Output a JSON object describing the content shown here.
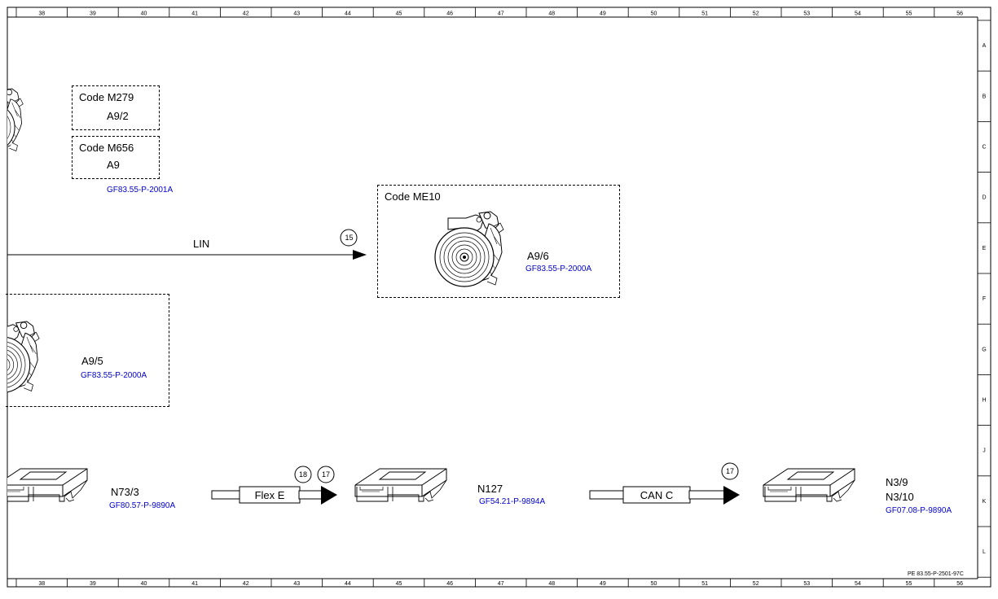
{
  "ruler": {
    "columns": [
      "38",
      "39",
      "40",
      "41",
      "42",
      "43",
      "44",
      "45",
      "46",
      "47",
      "48",
      "49",
      "50",
      "51",
      "52",
      "53",
      "54",
      "55",
      "56"
    ],
    "rows": [
      "A",
      "B",
      "C",
      "D",
      "E",
      "F",
      "G",
      "H",
      "J",
      "K",
      "L"
    ]
  },
  "boxes": {
    "m279": {
      "code": "Code M279",
      "component": "A9/2"
    },
    "m656": {
      "code": "Code M656",
      "component": "A9"
    },
    "m656_ref": "GF83.55-P-2001A",
    "me10": {
      "code": "Code ME10",
      "component": "A9/6",
      "ref": "GF83.55-P-2000A"
    },
    "a95": {
      "component": "A9/5",
      "ref": "GF83.55-P-2000A"
    }
  },
  "signals": {
    "lin": {
      "label": "LIN",
      "marker": "15"
    },
    "flex": {
      "label": "Flex E",
      "markers": [
        "18",
        "17"
      ]
    },
    "can": {
      "label": "CAN C",
      "marker": "17"
    }
  },
  "modules": {
    "n733": {
      "name": "N73/3",
      "ref": "GF80.57-P-9890A"
    },
    "n127": {
      "name": "N127",
      "ref": "GF54.21-P-9894A"
    },
    "n39": {
      "name": "N3/9",
      "name2": "N3/10",
      "ref": "GF07.08-P-9890A"
    }
  },
  "footer": {
    "doc_id": "PE 83.55-P-2501-97C"
  }
}
